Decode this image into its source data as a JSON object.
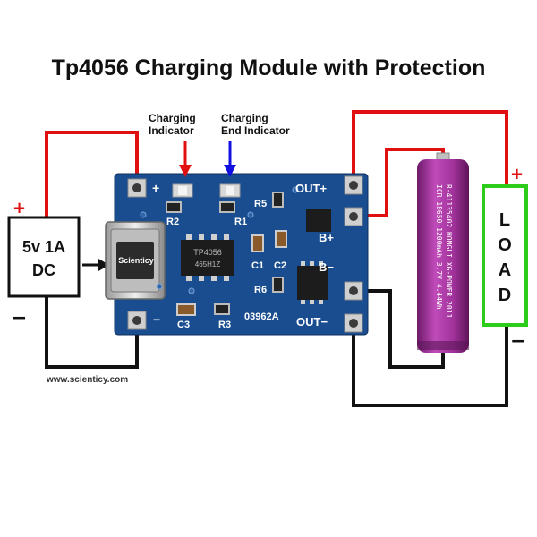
{
  "title": "Tp4056 Charging Module with Protection",
  "indicators": {
    "charging": [
      "Charging",
      "Indicator"
    ],
    "end": [
      "Charging",
      "End Indicator"
    ]
  },
  "power_source": {
    "line1": "5v 1A",
    "line2": "DC"
  },
  "load": {
    "letters": [
      "L",
      "O",
      "A",
      "D"
    ]
  },
  "signs": {
    "plus": "+",
    "minus": "−"
  },
  "pcb": {
    "labels": {
      "in_plus": "+",
      "in_minus": "−",
      "out_plus": "OUT+",
      "b_plus": "B+",
      "b_minus": "B−",
      "out_minus": "OUT−",
      "r1": "R1",
      "r2": "R2",
      "r3": "R3",
      "r5": "R5",
      "r6": "R6",
      "c1": "C1",
      "c2": "C2",
      "c3": "C3",
      "board_code": "03962A",
      "chip_name": "TP4056",
      "chip_code": "465H1Z",
      "usb_brand": "Scienticy"
    }
  },
  "battery": {
    "text1": "ICR-18650-1200mAh  3.7V  4.44Wh",
    "text2": "R-41135402  HONGLI  XG-POWER  2011"
  },
  "website": "www.scienticy.com",
  "colors": {
    "pcb": "#1a4d8f",
    "wire_positive": "#e01010",
    "wire_negative": "#111111",
    "charging_arrow": "#e01010",
    "end_arrow": "#1010e0",
    "battery": "#a0329a",
    "load_border": "#2ecc1a"
  }
}
